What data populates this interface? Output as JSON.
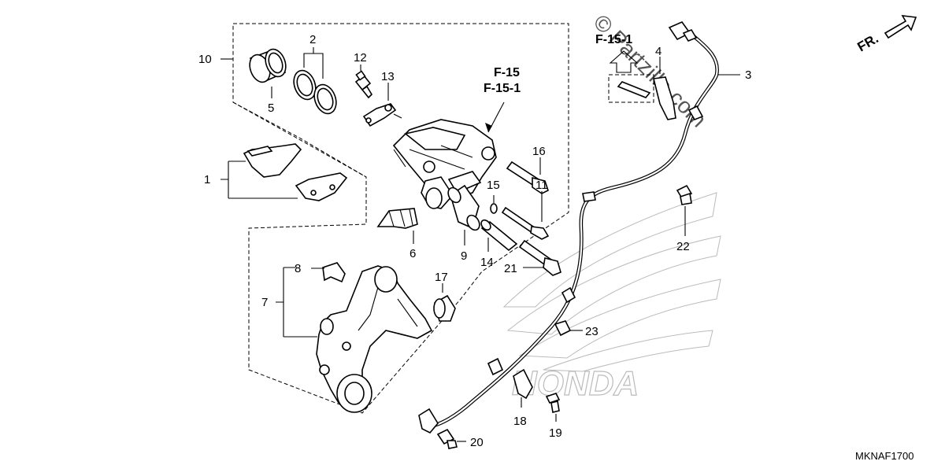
{
  "diagram": {
    "callouts": {
      "c1": "1",
      "c2": "2",
      "c3": "3",
      "c4": "4",
      "c5": "5",
      "c6": "6",
      "c7": "7",
      "c8": "8",
      "c9": "9",
      "c10": "10",
      "c11": "11",
      "c12": "12",
      "c13": "13",
      "c14": "14",
      "c15": "15",
      "c16": "16",
      "c17": "17",
      "c18": "18",
      "c19": "19",
      "c20": "20",
      "c21": "21",
      "c22": "22",
      "c23": "23"
    },
    "refs": {
      "caliper_ref_1": "F-15",
      "caliper_ref_2": "F-15-1",
      "bracket_ref": "F-15-1"
    },
    "direction_label": "FR.",
    "diagram_code": "MKNAF1700",
    "watermark_text": "© Partzilla.com",
    "brand_watermark": "HONDA",
    "colors": {
      "ink": "#000000",
      "watermark": "#bbbbbb",
      "part_fill": "#777777"
    }
  }
}
